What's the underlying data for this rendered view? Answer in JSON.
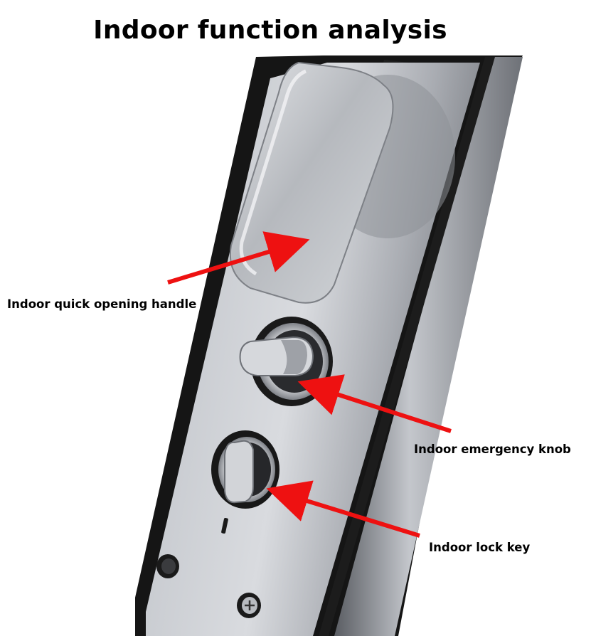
{
  "title": "Indoor function analysis",
  "labels": {
    "handle": "Indoor quick opening handle",
    "knob": "Indoor emergency knob",
    "key": "Indoor lock key"
  },
  "colors": {
    "arrow": "#ee1111",
    "plate_metal": "#b9bcc2",
    "frame_black": "#111111"
  }
}
